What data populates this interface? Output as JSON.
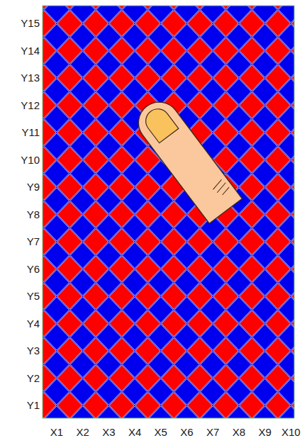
{
  "diagram": {
    "labels": [
      "Y15",
      "Y14",
      "Y13",
      "Y12",
      "Y11",
      "Y10",
      "Y9",
      "Y8",
      "Y7",
      "Y6",
      "Y5",
      "Y4",
      "Y3",
      "Y2",
      "Y1",
      "X1",
      "X2",
      "X3",
      "X4",
      "X5",
      "X6",
      "X7",
      "X8",
      "X9",
      "X10"
    ]
  }
}
